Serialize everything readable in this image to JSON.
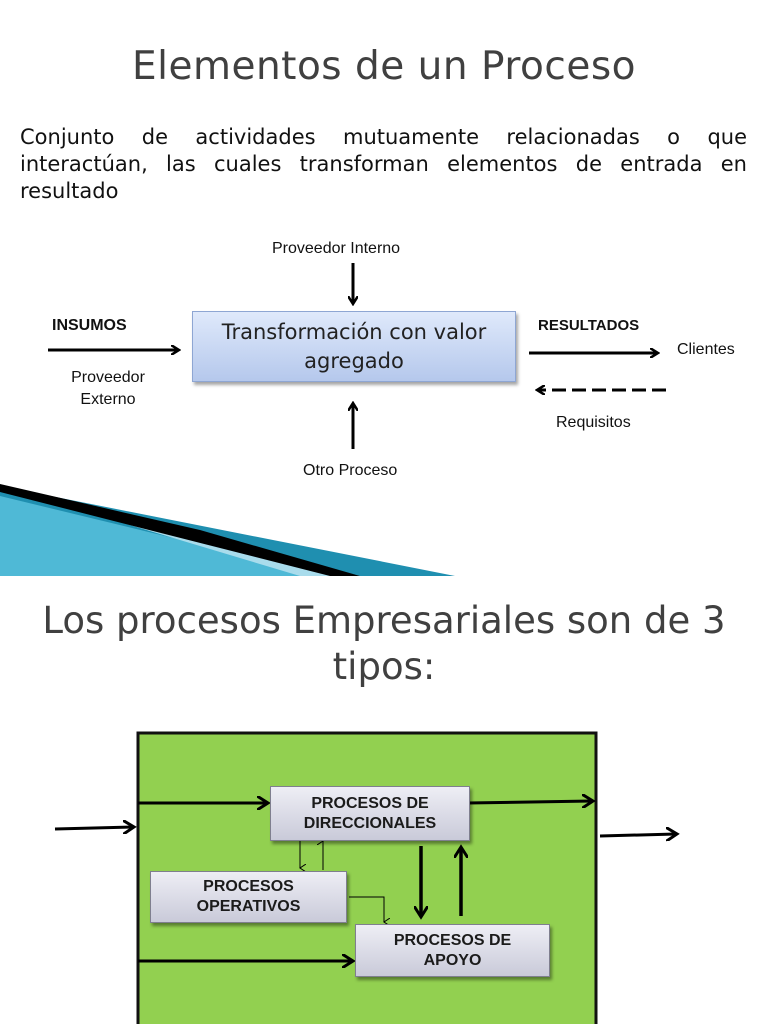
{
  "slide1": {
    "title": "Elementos de un Proceso",
    "description": "Conjunto de actividades mutuamente relacionadas o que interactúan, las cuales transforman elementos de entrada en resultado",
    "diagram": {
      "center_box": "Transformación con valor agregado",
      "top_input": "Proveedor Interno",
      "bottom_input": "Otro Proceso",
      "left_header": "INSUMOS",
      "left_source": "Proveedor Externo",
      "right_header": "RESULTADOS",
      "right_target": "Clientes",
      "feedback": "Requisitos"
    },
    "colors": {
      "title": "#404040",
      "box_fill": "#c9d8f3",
      "decor_teal": "#1f8fb0"
    }
  },
  "slide2": {
    "title": "Los procesos Empresariales son de 3 tipos:",
    "boxes": {
      "direccionales": "PROCESOS DE DIRECCIONALES",
      "operativos": "PROCESOS OPERATIVOS",
      "apoyo": "PROCESOS DE APOYO"
    },
    "colors": {
      "background_block": "#92d050",
      "box_fill": "#d9d9e6"
    }
  }
}
